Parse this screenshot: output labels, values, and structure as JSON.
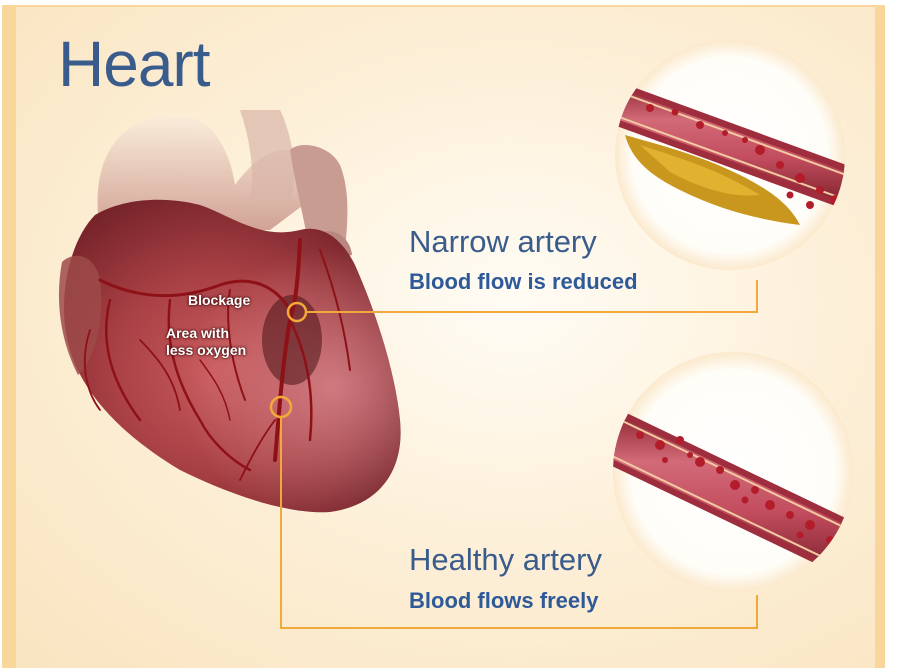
{
  "title": "Heart",
  "heart_labels": {
    "blockage": "Blockage",
    "area_line1": "Area with",
    "area_line2": "less oxygen"
  },
  "narrow": {
    "title": "Narrow artery",
    "subtitle": "Blood flow is reduced"
  },
  "healthy": {
    "title": "Healthy artery",
    "subtitle": "Blood flows freely"
  },
  "colors": {
    "frame": "#f9d79a",
    "title_text": "#3a5c8c",
    "subtitle_text": "#2f5a9a",
    "callout_line": "#f2a93b"
  }
}
